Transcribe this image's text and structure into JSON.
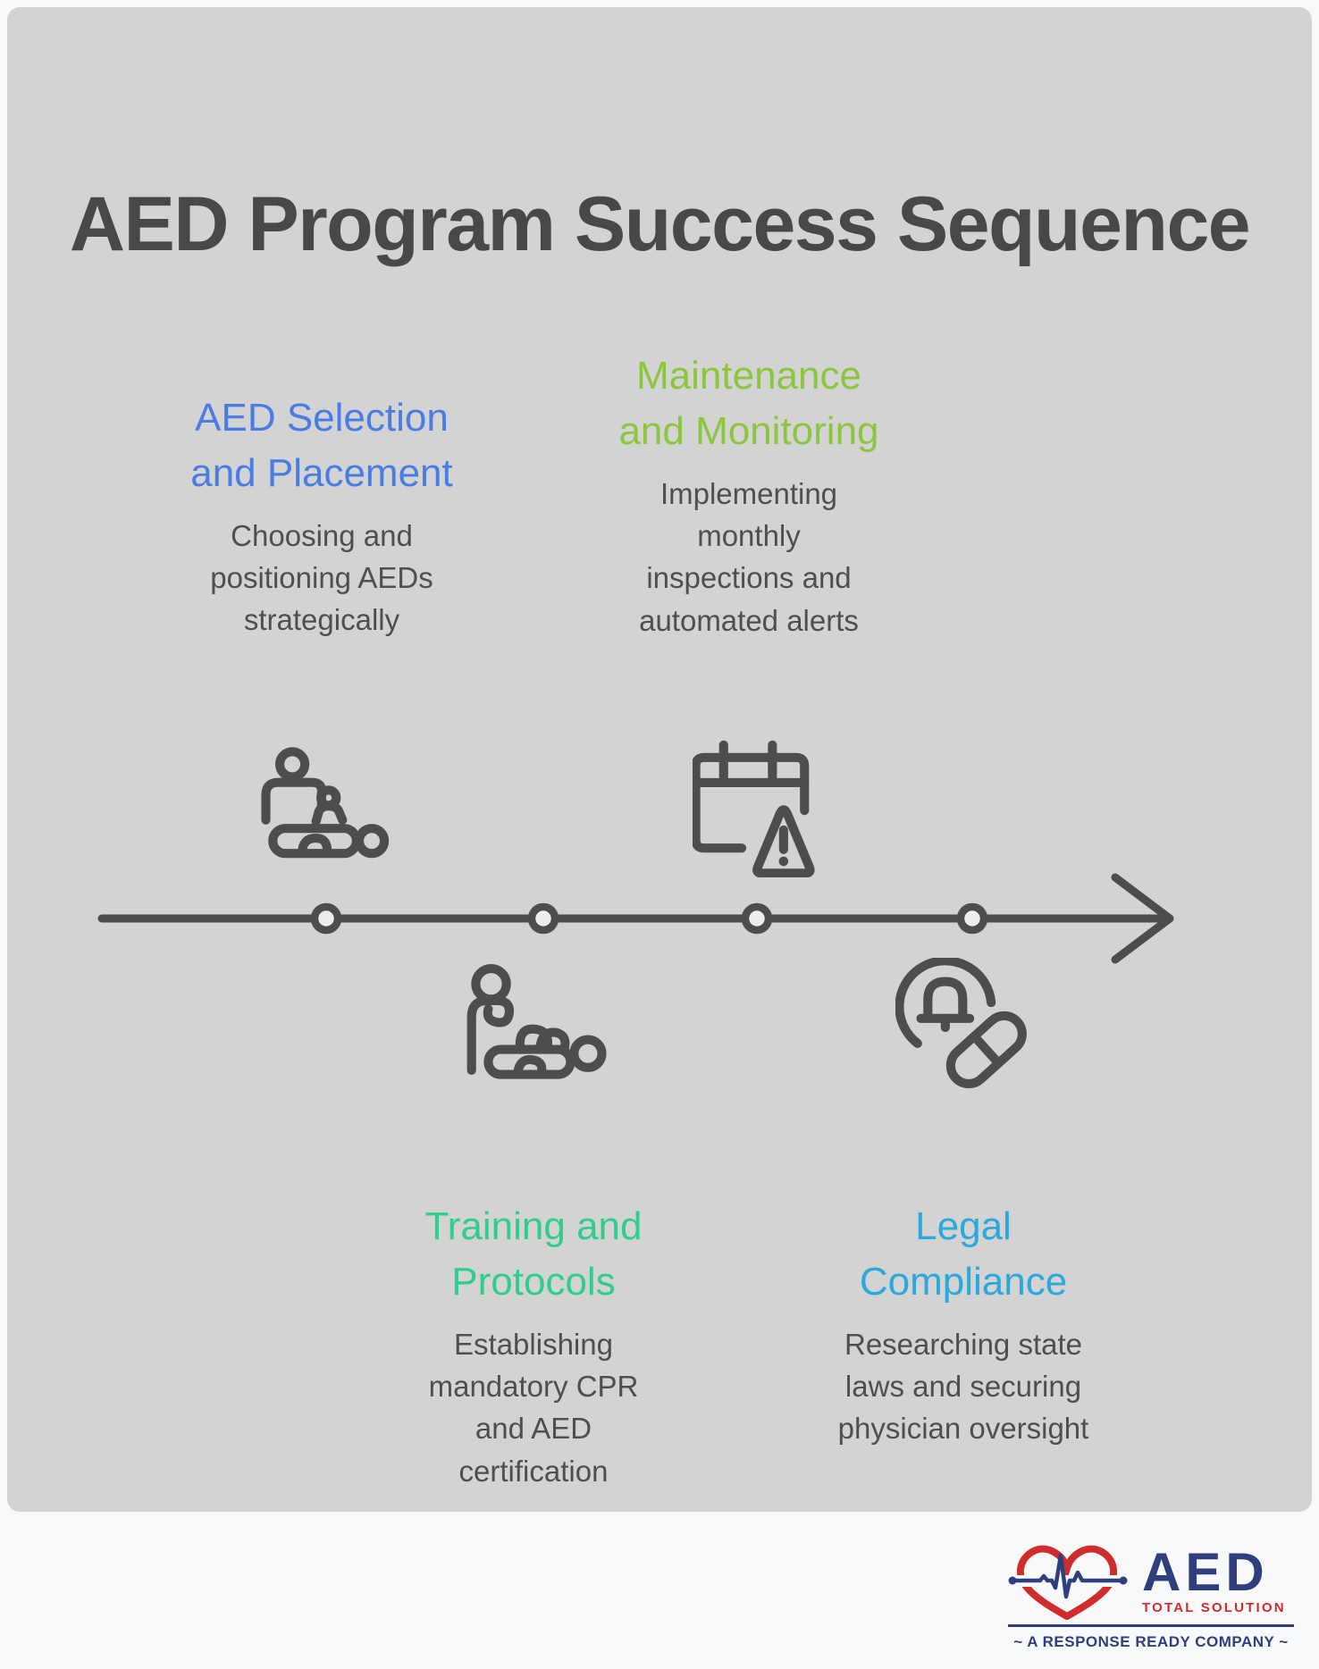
{
  "canvas": {
    "background": "#d3d3d3",
    "page_background": "#f8fafb",
    "ink": "#4d4d4d",
    "title_color": "#484848",
    "body_text_color": "#4f4f4f"
  },
  "title": "AED Program Success Sequence",
  "steps": [
    {
      "name": "aed-selection-and-placement",
      "heading": "AED Selection\nand Placement",
      "description": "Choosing and\npositioning AEDs\nstrategically",
      "color": "#4a7de4",
      "icon": "cpr-compressions-icon",
      "position": "above-timeline"
    },
    {
      "name": "training-and-protocols",
      "heading": "Training and\nProtocols",
      "description": "Establishing\nmandatory CPR\nand AED\ncertification",
      "color": "#30cd8f",
      "icon": "infant-cpr-icon",
      "position": "below-timeline"
    },
    {
      "name": "maintenance-and-monitoring",
      "heading": "Maintenance\nand Monitoring",
      "description": "Implementing\nmonthly\ninspections and\nautomated alerts",
      "color": "#8cc63e",
      "icon": "calendar-alert-icon",
      "position": "above-timeline"
    },
    {
      "name": "legal-compliance",
      "heading": "Legal\nCompliance",
      "description": "Researching state\nlaws and securing\nphysician oversight",
      "color": "#29a9dc",
      "icon": "bell-pill-icon",
      "position": "below-timeline"
    }
  ],
  "timeline": {
    "color": "#4d4d4d",
    "node_fill": "#ededed",
    "node_count": 4,
    "direction": "left-to-right"
  },
  "logo": {
    "brand": "AED",
    "subtitle": "TOTAL SOLUTION",
    "tagline": "~ A RESPONSE READY COMPANY ~",
    "brand_color": "#2f3e7d",
    "accent_color": "#d02c2c",
    "heart_icon_color": "#d02c2c",
    "ekg_line_color": "#2f3e7d"
  }
}
